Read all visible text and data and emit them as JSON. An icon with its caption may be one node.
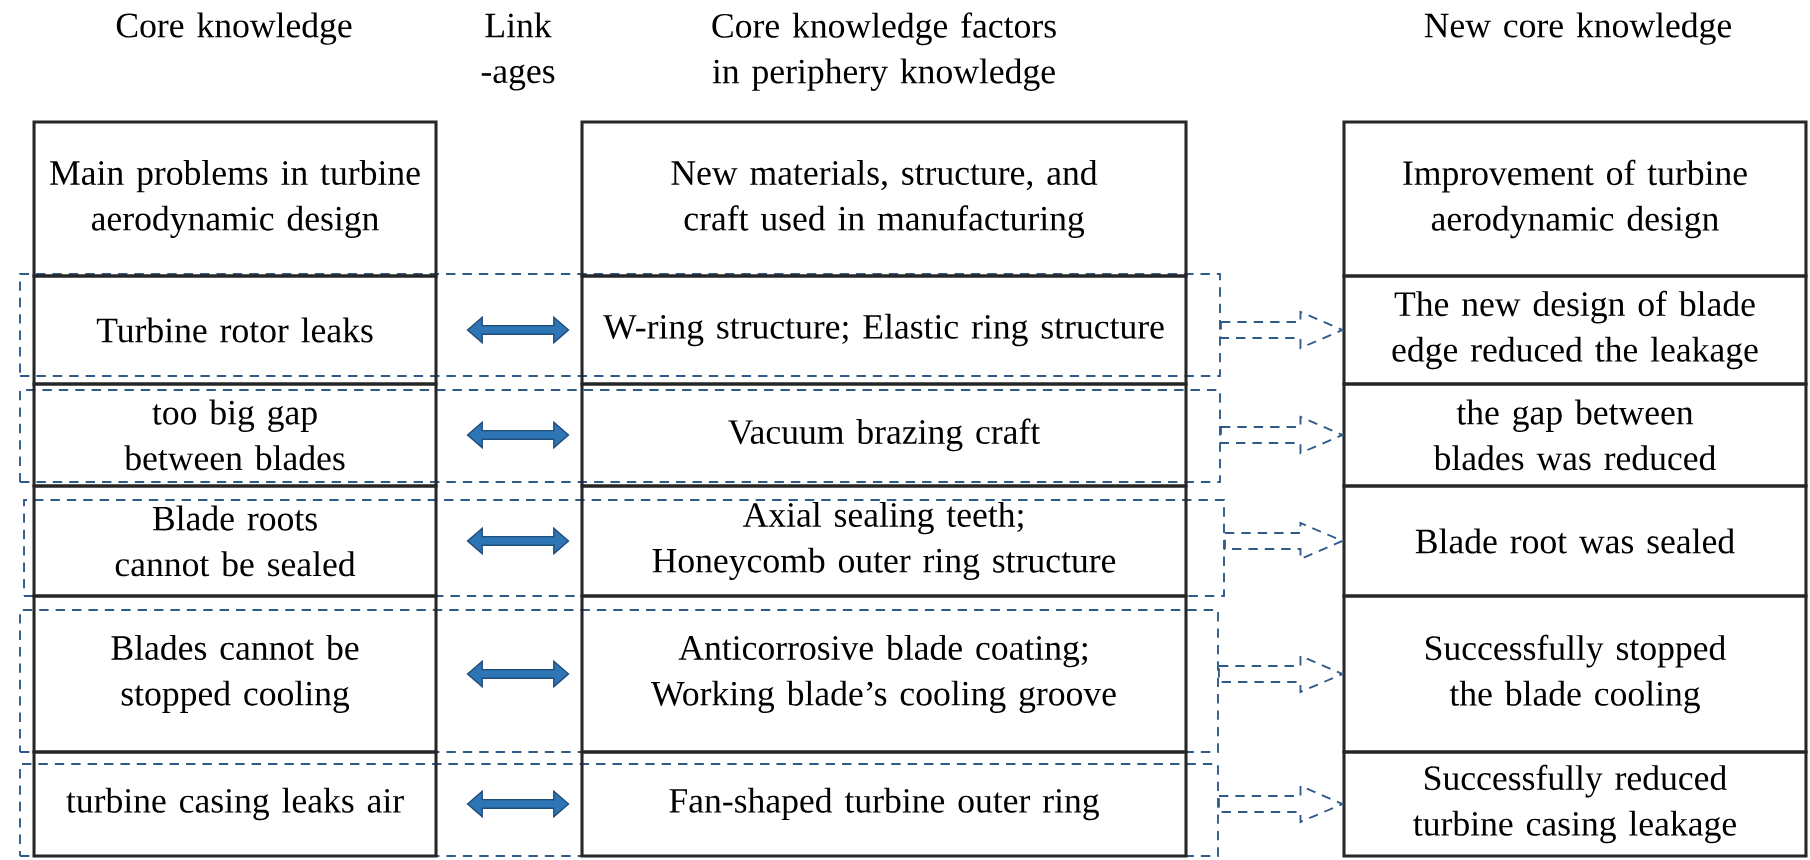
{
  "diagram": {
    "nodes": [
      {
        "text": [
          "Main problems in turbine aerodynamic design"
        ]
      },
      {
        "text": [
          "Turbine rotor leaks"
        ]
      },
      {
        "text": [
          "too big gap between blades"
        ]
      },
      {
        "text": [
          "Blade roots cannot be sealed"
        ]
      },
      {
        "text": [
          "Blades cannot be stopped cooling"
        ]
      },
      {
        "text": [
          "turbine casing leaks air"
        ]
      },
      {
        "text": [
          "New materials, structure, and craft used in manufacturing"
        ]
      },
      {
        "text": [
          "W-ring structure; Elastic ring structure"
        ]
      },
      {
        "text": [
          "Vacuum brazing craft"
        ]
      },
      {
        "text": [
          "Axial sealing teeth; Honeycomb outer ring structure"
        ]
      },
      {
        "text": [
          "Anticorrosive blade coating; Working blade’s cooling groove"
        ]
      },
      {
        "text": [
          "Fan-shaped turbine outer ring"
        ]
      },
      {
        "text": [
          "Improvement of turbine aerodynamic design"
        ]
      },
      {
        "text": [
          "The new design of blade edge reduced the leakage"
        ]
      },
      {
        "text": [
          "the gap between blades was reduced"
        ]
      },
      {
        "text": [
          "Blade root was sealed"
        ]
      },
      {
        "text": [
          "Successfully stopped the blade cooling"
        ]
      },
      {
        "text": [
          "Successfully reduced turbine casing leakage"
        ]
      },
      {
        "text": [],
        "shape": "box"
      },
      {
        "text": [],
        "shape": "box"
      },
      {
        "text": [],
        "shape": "box"
      },
      {
        "text": [],
        "shape": "box"
      },
      {
        "text": [],
        "shape": "box"
      }
    ],
    "edges": [
      {
        "from": 1,
        "to": 7,
        "arrow": "both",
        "color": "#2e75b6"
      },
      {
        "from": 2,
        "to": 8,
        "arrow": "both",
        "color": "#2e75b6"
      },
      {
        "from": 3,
        "to": 9,
        "arrow": "both",
        "color": "#2e75b6"
      },
      {
        "from": 4,
        "to": 10,
        "arrow": "both",
        "color": "#2e75b6"
      },
      {
        "from": 5,
        "to": 11,
        "arrow": "both",
        "color": "#2e75b6"
      },
      {
        "from": 18,
        "to": 13,
        "arrow": "to",
        "style": "dashed",
        "color": "#2f5a8a"
      },
      {
        "from": 19,
        "to": 14,
        "arrow": "to",
        "style": "dashed",
        "color": "#2f5a8a"
      },
      {
        "from": 20,
        "to": 15,
        "arrow": "to",
        "style": "dashed",
        "color": "#2f5a8a"
      },
      {
        "from": 21,
        "to": 16,
        "arrow": "to",
        "style": "dashed",
        "color": "#2f5a8a"
      },
      {
        "from": 22,
        "to": 17,
        "arrow": "to",
        "style": "dashed",
        "color": "#2f5a8a"
      }
    ],
    "labels": [
      "Core knowledge",
      "Link -ages",
      "Core knowledge factors in periphery knowledge",
      "New core knowledge"
    ]
  }
}
